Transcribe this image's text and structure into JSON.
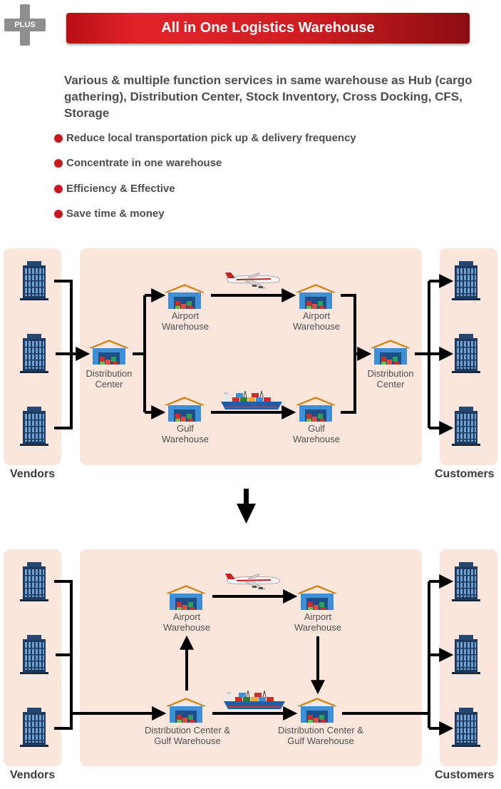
{
  "header": {
    "badge": "PLUS",
    "title": "All in One Logistics Warehouse"
  },
  "intro": "Various & multiple function services in same warehouse as Hub (cargo gathering), Distribution Center, Stock Inventory, Cross Docking, CFS, Storage",
  "bullets": [
    "Reduce local transportation pick up & delivery frequency",
    "Concentrate in one warehouse",
    "Efficiency & Effective",
    "Save time & money"
  ],
  "diagram_top": {
    "vendors_label": "Vendors",
    "customers_label": "Customers",
    "distribution_left": [
      "Distribution",
      "Center"
    ],
    "airport_left": [
      "Airport",
      "Warehouse"
    ],
    "airport_right": [
      "Airport",
      "Warehouse"
    ],
    "gulf_left": [
      "Gulf",
      "Warehouse"
    ],
    "gulf_right": [
      "Gulf",
      "Warehouse"
    ],
    "distribution_right": [
      "Distribution",
      "Center"
    ]
  },
  "diagram_bottom": {
    "vendors_label": "Vendors",
    "customers_label": "Customers",
    "airport_left": [
      "Airport",
      "Warehouse"
    ],
    "airport_right": [
      "Airport",
      "Warehouse"
    ],
    "dc_gulf_left": [
      "Distribution Center &",
      "Gulf Warehouse"
    ],
    "dc_gulf_right": [
      "Distribution Center &",
      "Gulf Warehouse"
    ]
  },
  "colors": {
    "accent_red": "#d21f26",
    "panel": "#fbe6de",
    "building": "#1e3a5f",
    "warehouse_roof": "#f2a53a",
    "warehouse_body": "#3f8fd6"
  },
  "icons": {
    "building": "office-building-icon",
    "warehouse": "warehouse-icon",
    "airplane": "airplane-icon",
    "ship": "cargo-ship-icon",
    "arrow": "arrow-down-icon"
  }
}
